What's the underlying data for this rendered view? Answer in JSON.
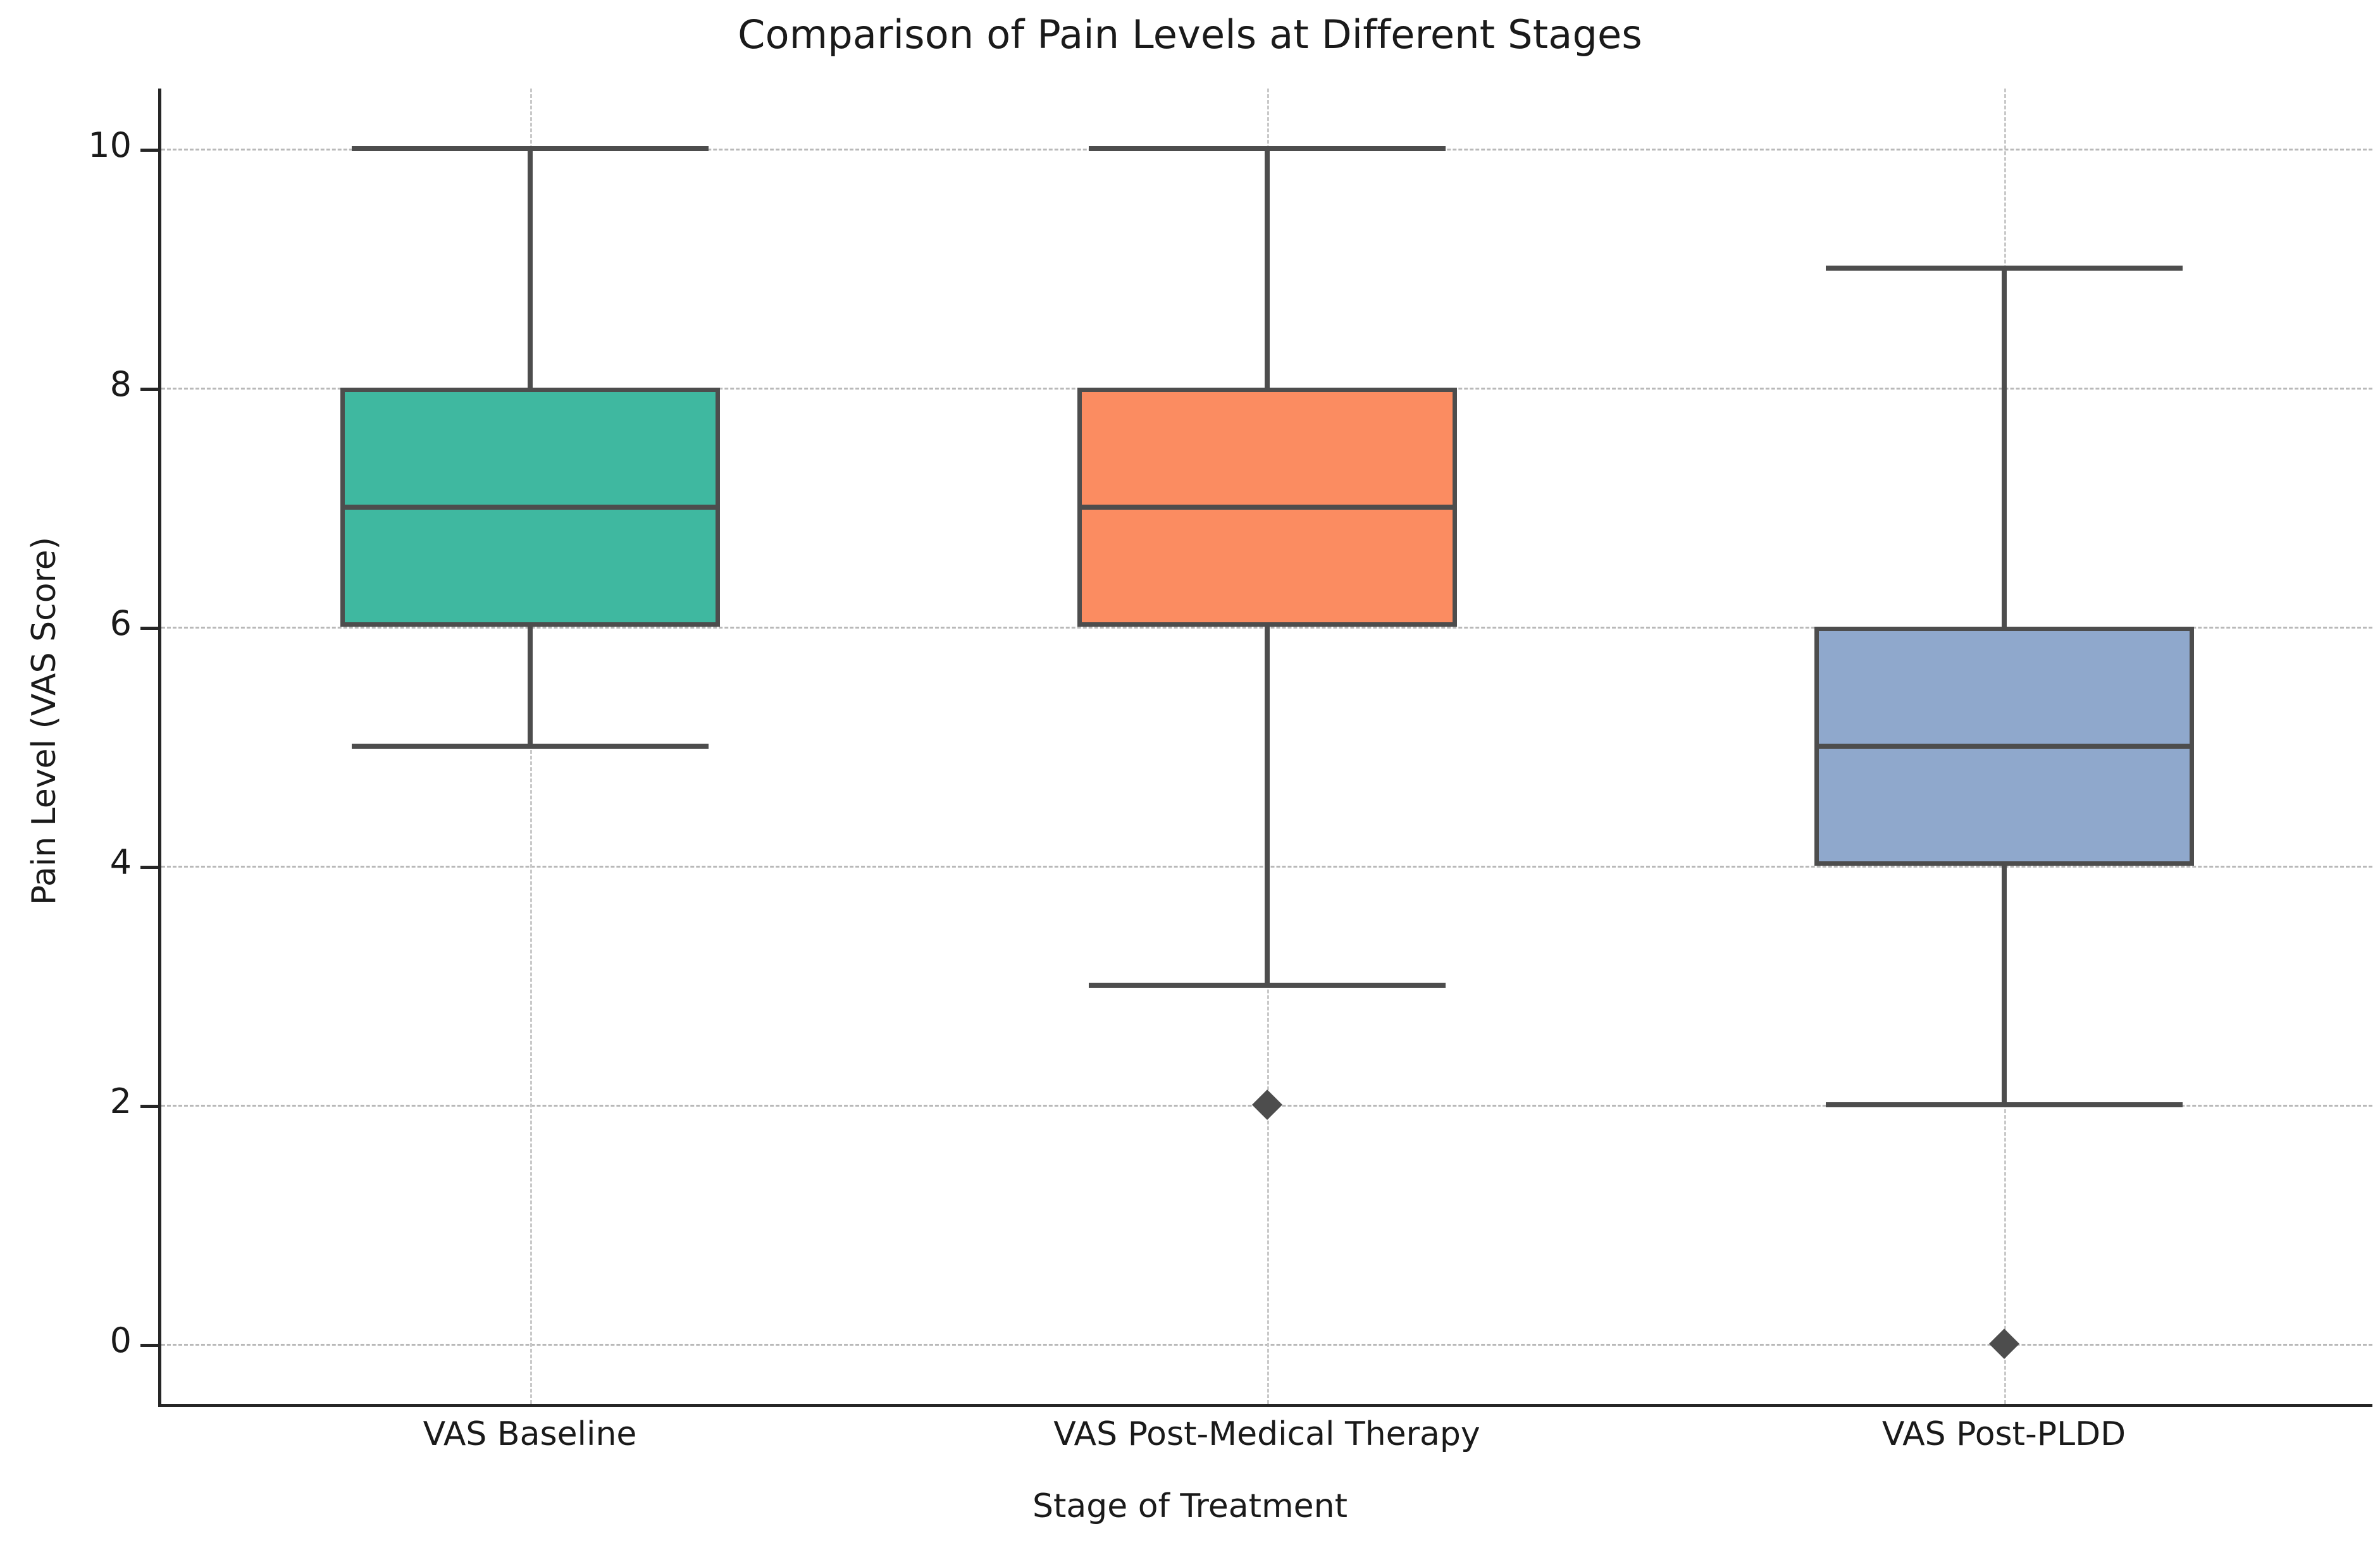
{
  "chart_data": {
    "type": "box",
    "title": "Comparison of Pain Levels at Different Stages",
    "xlabel": "Stage of Treatment",
    "ylabel": "Pain Level (VAS Score)",
    "categories": [
      "VAS Baseline",
      "VAS Post-Medical Therapy",
      "VAS Post-PLDD"
    ],
    "ylim": [
      -0.5,
      10.5
    ],
    "yticks": [
      0,
      2,
      4,
      6,
      8,
      10
    ],
    "yticklabels": [
      "0",
      "2",
      "4",
      "6",
      "8",
      "10"
    ],
    "grid": true,
    "grid_style": "dashed",
    "legend": "none",
    "boxes": [
      {
        "label": "VAS Baseline",
        "color": "#3FB8A0",
        "whisker_low": 5,
        "q1": 6,
        "median": 7,
        "q3": 8,
        "whisker_high": 10,
        "outliers": []
      },
      {
        "label": "VAS Post-Medical Therapy",
        "color": "#FB8C61",
        "whisker_low": 3,
        "q1": 6,
        "median": 7,
        "q3": 8,
        "whisker_high": 10,
        "outliers": [
          2
        ]
      },
      {
        "label": "VAS Post-PLDD",
        "color": "#8FA8CC",
        "whisker_low": 2,
        "q1": 4,
        "median": 5,
        "q3": 6,
        "whisker_high": 9,
        "outliers": [
          0
        ]
      }
    ],
    "colors": {
      "box_edge": "#4d4d4d",
      "median_line": "#4d4d4d",
      "whisker": "#4d4d4d",
      "flier": "#4d4d4d",
      "grid": "#b9b9b9",
      "axis": "#262626",
      "text": "#1a1a1a",
      "background": "#ffffff"
    }
  }
}
